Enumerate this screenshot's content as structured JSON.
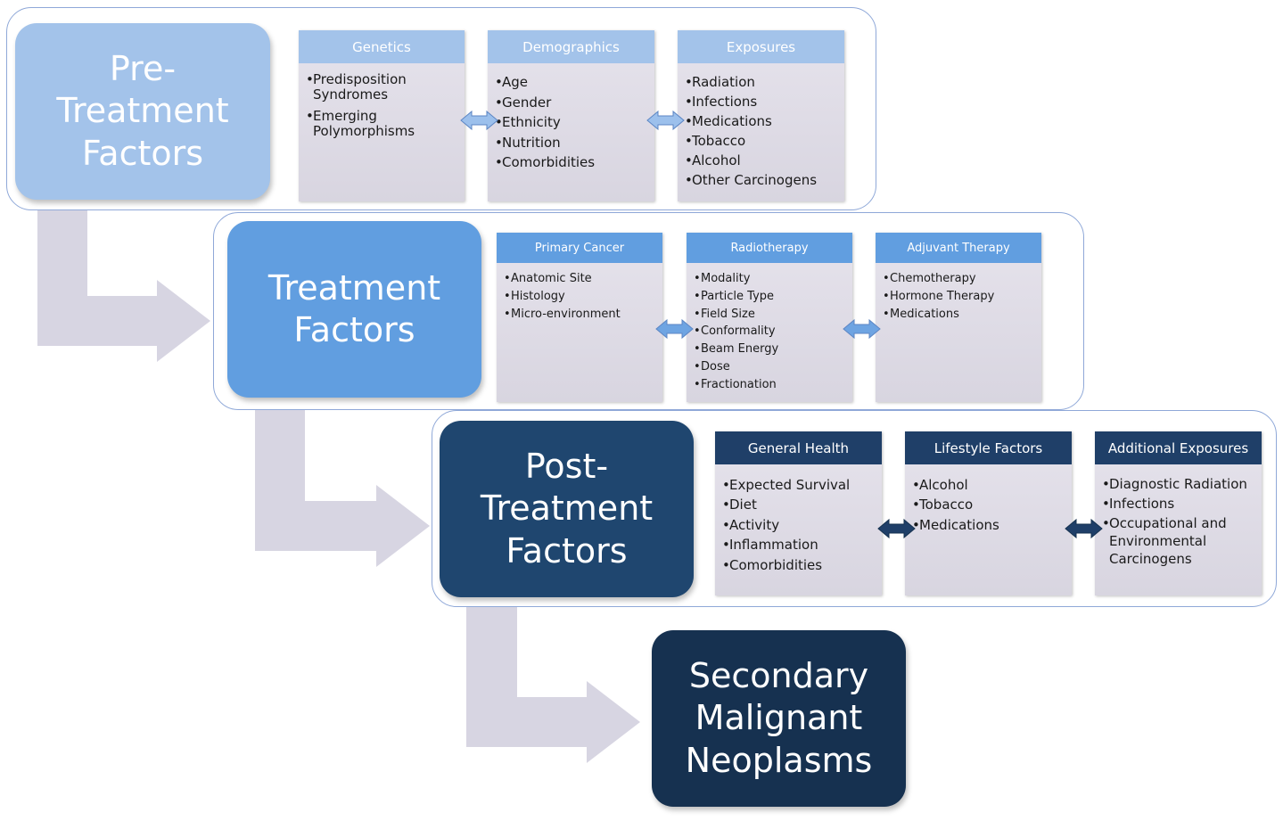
{
  "rows": [
    {
      "title": "Pre-\nTreatment\nFactors",
      "cards": [
        {
          "header": "Genetics",
          "items": [
            "Predisposition Syndromes",
            "Emerging Polymorphisms"
          ]
        },
        {
          "header": "Demographics",
          "items": [
            "Age",
            "Gender",
            "Ethnicity",
            "Nutrition",
            "Comorbidities"
          ]
        },
        {
          "header": "Exposures",
          "items": [
            "Radiation",
            "Infections",
            "Medications",
            "Tobacco",
            "Alcohol",
            "Other Carcinogens"
          ]
        }
      ]
    },
    {
      "title": "Treatment\nFactors",
      "cards": [
        {
          "header": "Primary Cancer",
          "items": [
            "Anatomic Site",
            "Histology",
            "Micro-environment"
          ]
        },
        {
          "header": "Radiotherapy",
          "items": [
            "Modality",
            "Particle Type",
            "Field Size",
            "Conformality",
            "Beam Energy",
            "Dose",
            "Fractionation"
          ]
        },
        {
          "header": "Adjuvant Therapy",
          "items": [
            "Chemotherapy",
            "Hormone Therapy",
            "Medications"
          ]
        }
      ]
    },
    {
      "title": "Post-\nTreatment\nFactors",
      "cards": [
        {
          "header": "General Health",
          "items": [
            "Expected Survival",
            "Diet",
            "Activity",
            "Inflammation",
            "Comorbidities"
          ]
        },
        {
          "header": "Lifestyle Factors",
          "items": [
            "Alcohol",
            "Tobacco",
            "Medications"
          ]
        },
        {
          "header": "Additional Exposures",
          "items": [
            "Diagnostic Radiation",
            "Infections",
            "Occupational and Environmental Carcinogens"
          ]
        }
      ]
    }
  ],
  "outcome": {
    "title": "Secondary\nMalignant\nNeoplasms"
  },
  "colors": {
    "row1_box": "#a3c3ea",
    "row1_head": "#a3c3ea",
    "row2_box": "#619ee0",
    "row2_head": "#619ee0",
    "row3_box": "#1f466f",
    "row3_head": "#1f3f68",
    "outcome_box": "#163150",
    "frame": "#8fa8d8",
    "flow_arrow": "#d7d5e2",
    "row1_double_arrow": "#9cc0ec",
    "row2_double_arrow": "#6ea4e2",
    "row3_double_arrow": "#1f3f68"
  }
}
